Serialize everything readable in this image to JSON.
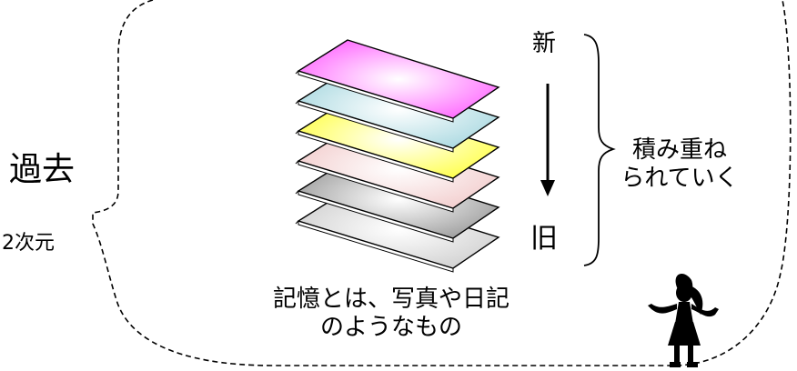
{
  "labels": {
    "past": "過去",
    "dimension": "2次元",
    "new": "新",
    "old": "旧",
    "stacking": [
      "積み重ね",
      "られていく"
    ],
    "caption": [
      "記憶とは、写真や日記",
      "のようなもの"
    ]
  },
  "layers": [
    {
      "name": "magenta-layer",
      "color_center": "#ffffff",
      "color_edge": "#ff66ff"
    },
    {
      "name": "cyan-layer",
      "color_center": "#ffffff",
      "color_edge": "#a8d8e0"
    },
    {
      "name": "yellow-layer",
      "color_center": "#ffffff",
      "color_edge": "#ffff44"
    },
    {
      "name": "pink-layer",
      "color_center": "#ffffff",
      "color_edge": "#f2cccc"
    },
    {
      "name": "gray-layer",
      "color_center": "#ffffff",
      "color_edge": "#9a9a9a"
    },
    {
      "name": "light-gray-layer",
      "color_center": "#ffffff",
      "color_edge": "#cfcfcf"
    }
  ],
  "colors": {
    "outline": "#000000",
    "background": "#ffffff"
  }
}
